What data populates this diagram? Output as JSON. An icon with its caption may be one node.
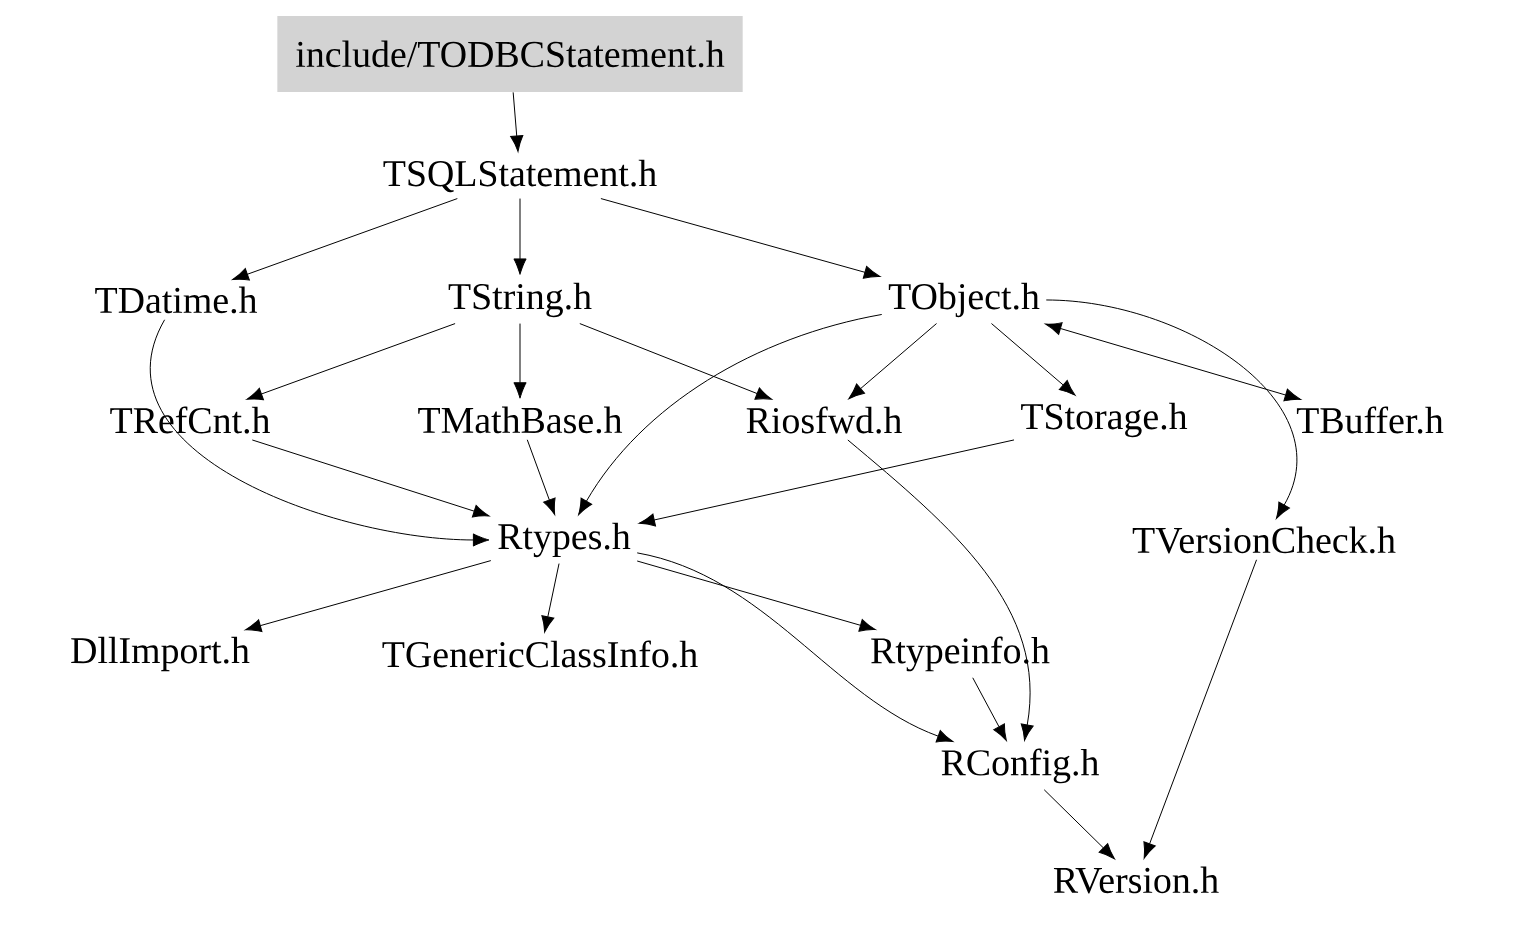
{
  "diagram": {
    "nodes": [
      {
        "text": [
          "include/TODBCStatement.h"
        ]
      },
      {
        "text": [
          "TSQLStatement.h"
        ]
      },
      {
        "text": [
          "TDatime.h"
        ]
      },
      {
        "text": [
          "TString.h"
        ]
      },
      {
        "text": [
          "TObject.h"
        ]
      },
      {
        "text": [
          "TRefCnt.h"
        ]
      },
      {
        "text": [
          "TMathBase.h"
        ]
      },
      {
        "text": [
          "Riosfwd.h"
        ]
      },
      {
        "text": [
          "TStorage.h"
        ]
      },
      {
        "text": [
          "TBuffer.h"
        ]
      },
      {
        "text": [
          "Rtypes.h"
        ]
      },
      {
        "text": [
          "TVersionCheck.h"
        ]
      },
      {
        "text": [
          "DllImport.h"
        ]
      },
      {
        "text": [
          "TGenericClassInfo.h"
        ]
      },
      {
        "text": [
          "Rtypeinfo.h"
        ]
      },
      {
        "text": [
          "RConfig.h"
        ]
      },
      {
        "text": [
          "RVersion.h"
        ]
      }
    ],
    "edges": [
      {
        "from": 0,
        "to": 1,
        "arrow": "to"
      },
      {
        "from": 1,
        "to": 2,
        "arrow": "to"
      },
      {
        "from": 1,
        "to": 3,
        "arrow": "to"
      },
      {
        "from": 1,
        "to": 4,
        "arrow": "to"
      },
      {
        "from": 2,
        "to": 10,
        "arrow": "to"
      },
      {
        "from": 3,
        "to": 5,
        "arrow": "to"
      },
      {
        "from": 3,
        "to": 6,
        "arrow": "to"
      },
      {
        "from": 3,
        "to": 7,
        "arrow": "to"
      },
      {
        "from": 4,
        "to": 10,
        "arrow": "to"
      },
      {
        "from": 4,
        "to": 7,
        "arrow": "to"
      },
      {
        "from": 4,
        "to": 8,
        "arrow": "to"
      },
      {
        "from": 4,
        "to": 9,
        "arrow": "both"
      },
      {
        "from": 4,
        "to": 11,
        "arrow": "to"
      },
      {
        "from": 5,
        "to": 10,
        "arrow": "to"
      },
      {
        "from": 6,
        "to": 10,
        "arrow": "to"
      },
      {
        "from": 8,
        "to": 10,
        "arrow": "to"
      },
      {
        "from": 7,
        "to": 15,
        "arrow": "to"
      },
      {
        "from": 10,
        "to": 12,
        "arrow": "to"
      },
      {
        "from": 10,
        "to": 13,
        "arrow": "to"
      },
      {
        "from": 10,
        "to": 14,
        "arrow": "to"
      },
      {
        "from": 10,
        "to": 15,
        "arrow": "to"
      },
      {
        "from": 14,
        "to": 15,
        "arrow": "to"
      },
      {
        "from": 15,
        "to": 16,
        "arrow": "to"
      },
      {
        "from": 11,
        "to": 16,
        "arrow": "to"
      }
    ]
  }
}
